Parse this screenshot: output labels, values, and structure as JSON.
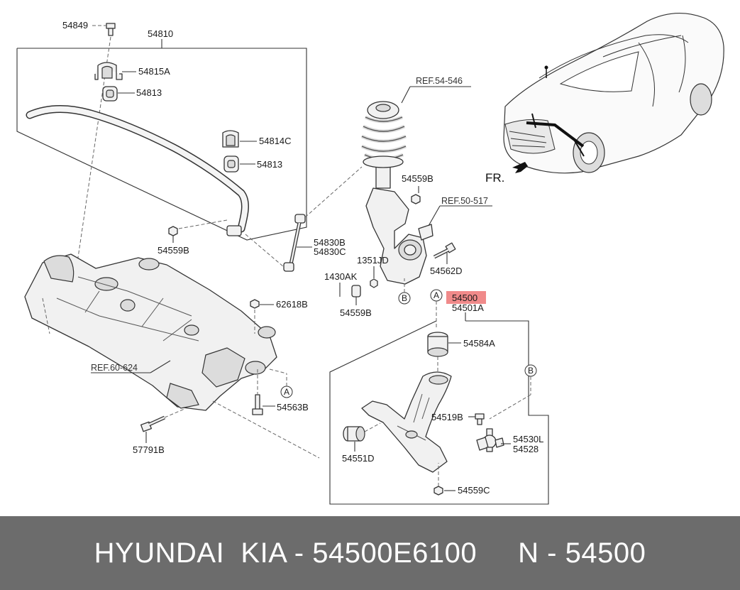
{
  "labels": {
    "l54849": "54849",
    "l54810": "54810",
    "l54815A": "54815A",
    "l54813a": "54813",
    "l54814C": "54814C",
    "l54813b": "54813",
    "l54559Ba": "54559B",
    "l54830B": "54830B",
    "l54830C": "54830C",
    "l62618B": "62618B",
    "l60624": "REF.60-624",
    "l54546": "REF.54-546",
    "l54559Bb": "54559B",
    "l50517": "REF.50-517",
    "l1351JD": "1351JD",
    "l1430AK": "1430AK",
    "l54559Bc": "54559B",
    "l54562D": "54562D",
    "l54500": "54500",
    "l54501A": "54501A",
    "l54584A": "54584A",
    "l54563B": "54563B",
    "l57791B": "57791B",
    "l54519B": "54519B",
    "l54530L": "54530L",
    "l54528": "54528",
    "l54551D": "54551D",
    "l54559C": "54559C",
    "fr": "FR.",
    "callA1": "A",
    "callA2": "A",
    "callB1": "B",
    "callB2": "B"
  },
  "highlight_color": "#f08a8a",
  "footer": {
    "text": "HYUNDAI  KIA - 54500E6100     N - 54500",
    "bg": "#6c6c6c"
  }
}
